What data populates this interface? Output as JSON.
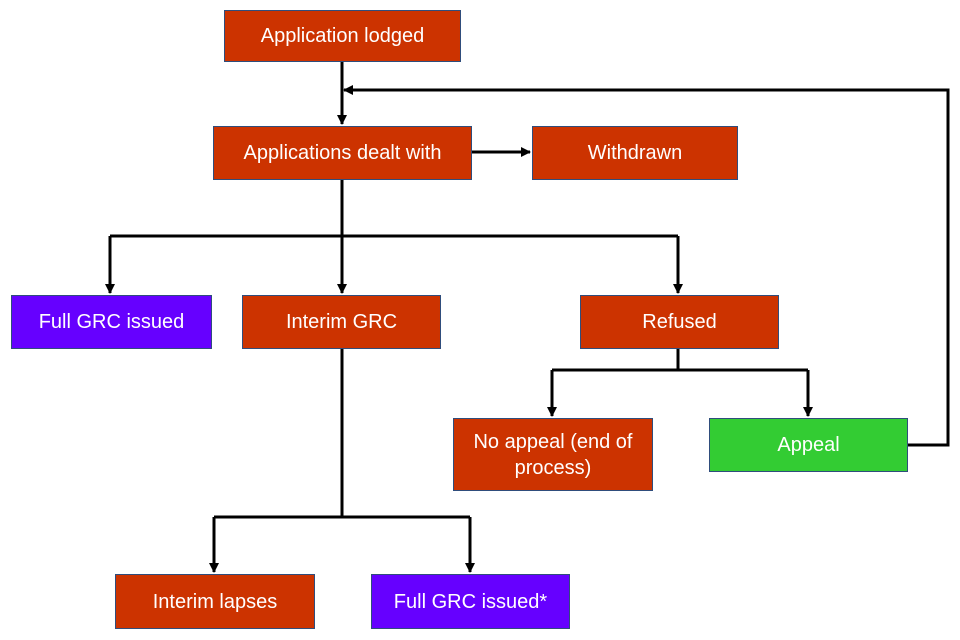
{
  "colors": {
    "process": "#cc3300",
    "issued": "#6600ff",
    "appeal": "#33cc33",
    "border": "#2f4d7c",
    "connector": "#000000"
  },
  "nodes": {
    "application_lodged": "Application lodged",
    "applications_dealt_with": "Applications dealt with",
    "withdrawn": "Withdrawn",
    "full_grc_issued": "Full GRC issued",
    "interim_grc": "Interim GRC",
    "refused": "Refused",
    "no_appeal": "No appeal (end of process)",
    "appeal": "Appeal",
    "interim_lapses": "Interim lapses",
    "full_grc_issued_star": "Full GRC issued*"
  }
}
